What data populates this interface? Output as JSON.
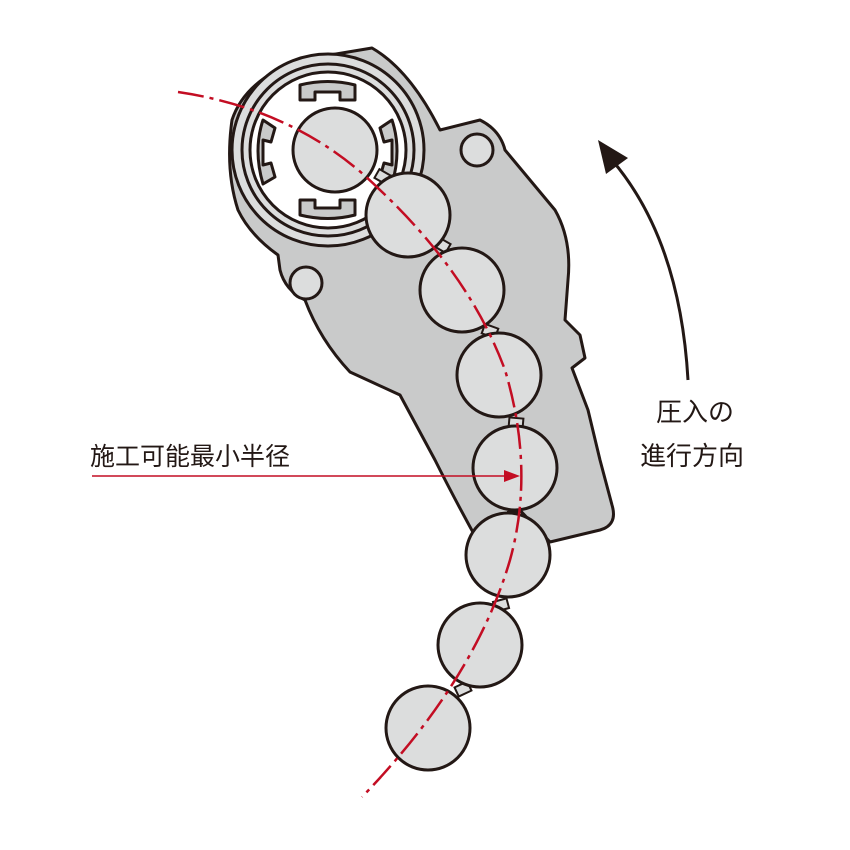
{
  "labels": {
    "min_radius": "施工可能最小半径",
    "direction_line1": "圧入の",
    "direction_line2": "進行方向"
  },
  "colors": {
    "body_fill": "#c9caca",
    "stroke": "#231815",
    "roller_fill": "#dcdddd",
    "radius_line": "#c30d23",
    "background": "#ffffff"
  }
}
